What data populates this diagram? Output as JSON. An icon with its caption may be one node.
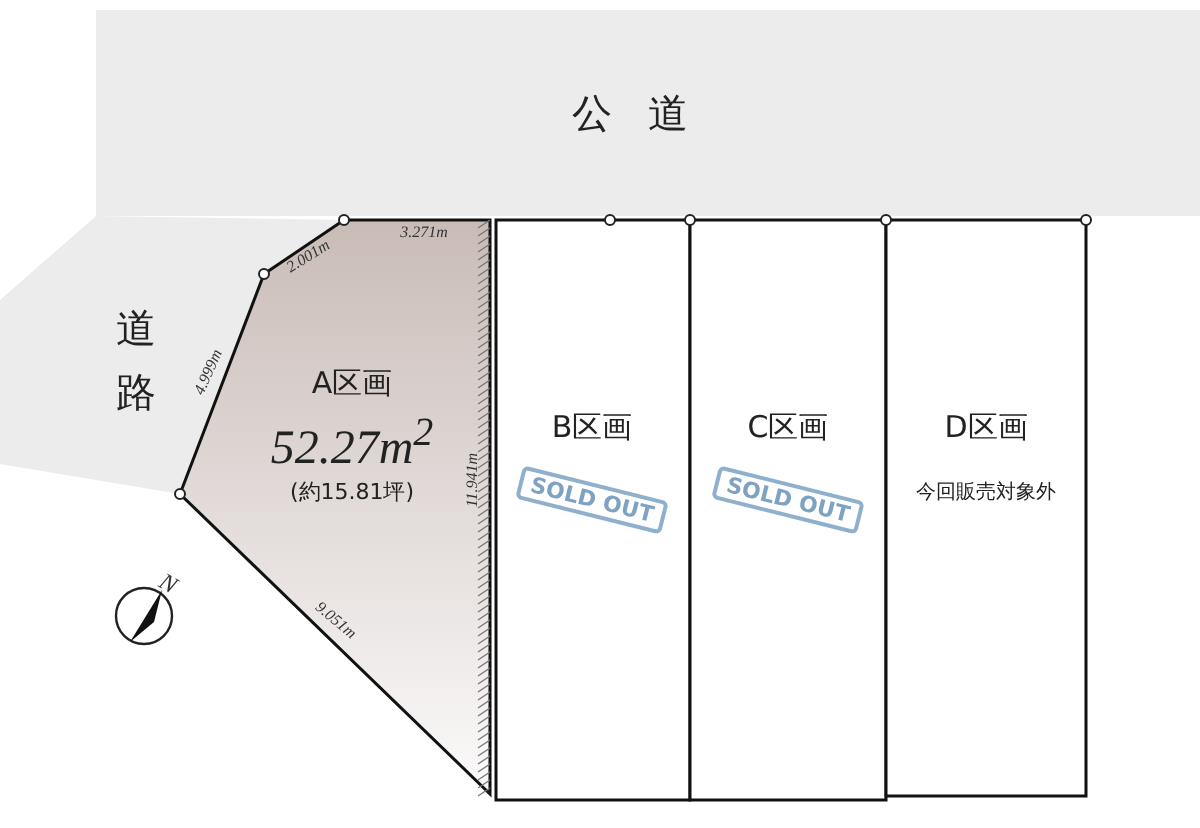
{
  "diagram": {
    "nodes": [
      {
        "text": [
          "公道"
        ]
      },
      {
        "text": [
          "道路"
        ]
      },
      {
        "text": [
          "A区画",
          "52.27m$^{2}$",
          "(約15.81坪)"
        ]
      },
      {
        "text": [
          "B区画",
          "SOLD OUT"
        ]
      },
      {
        "text": [
          "C区画",
          "SOLD OUT"
        ]
      },
      {
        "text": [
          "D区画",
          "今回販売対象外"
        ]
      }
    ],
    "labels": [
      "3.271m",
      "2.001m",
      "4.999m",
      "11.941m",
      "9.051m",
      "N"
    ]
  }
}
